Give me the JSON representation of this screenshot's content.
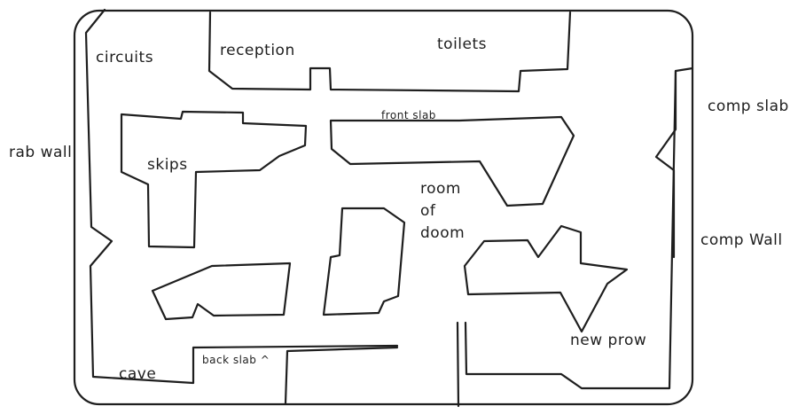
{
  "labels": {
    "circuits": "circuits",
    "reception": "reception",
    "toilets": "toilets",
    "comp_slab": "comp slab",
    "rab_wall": "rab wall",
    "front_slab": "front slab",
    "skips": "skips",
    "room_of_doom": [
      "room",
      "of",
      "doom"
    ],
    "comp_wall": "comp Wall",
    "new_prow": "new prow",
    "cave": "cave",
    "back_slab": "back slab ^"
  },
  "colors": {
    "ink": "#1e1e1e",
    "background": "#ffffff"
  }
}
